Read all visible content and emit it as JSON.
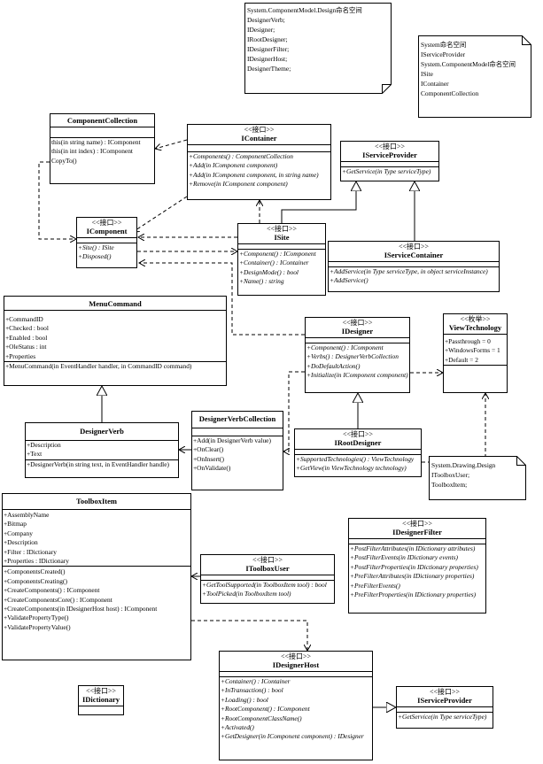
{
  "notes": {
    "system_namespace": {
      "lines": [
        "System.ComponentModel.Design命名空间",
        "DesignerVerb;",
        "IDesigner;",
        "IRootDesigner;",
        "IDesignerFilter;",
        "IDesignerHost;",
        "DesignerTheme;"
      ]
    },
    "system_component_model": {
      "lines": [
        "System命名空间",
        "IServiceProvider",
        "System.ComponentModel命名空间",
        "ISite",
        "IContainer",
        "ComponentCollection"
      ]
    },
    "drawing_design": {
      "lines": [
        "System.Drawing.Design",
        "IToolboxUser;",
        "ToolboxItem;"
      ]
    }
  },
  "classes": {
    "component_collection": {
      "name": "ComponentCollection",
      "members": [
        "this(in string name) : IComponent",
        "this(in int index) : IComponent",
        "CopyTo()"
      ]
    },
    "icontainer": {
      "stereotype": "<<接口>>",
      "name": "IContainer",
      "members": [
        "+Components() : ComponentCollection",
        "+Add(in IComponent component)",
        "+Add(in IComponent component, in string name)",
        "+Remove(in IComponent component)"
      ]
    },
    "iservice_provider": {
      "stereotype": "<<接口>>",
      "name": "IServiceProvider",
      "members": [
        "+GetService(in Type serviceType)"
      ]
    },
    "icomponent": {
      "stereotype": "<<接口>>",
      "name": "IComponent",
      "members": [
        "+Site() : ISite",
        "+Disposed()"
      ]
    },
    "isite": {
      "stereotype": "<<接口>>",
      "name": "ISite",
      "members": [
        "+Component() : IComponent",
        "+Container() : IContainer",
        "+DesignMode() : bool",
        "+Name() : string"
      ]
    },
    "iservice_container": {
      "stereotype": "<<接口>>",
      "name": "IServiceContainer",
      "members": [
        "+AddService(in Type serviceType, in object serviceInstance)",
        "+AddService()"
      ]
    },
    "menu_command": {
      "name": "MenuCommand",
      "attributes": [
        "+CommandID",
        "+Checked : bool",
        "+Enabled : bool",
        "+OleStatus : int",
        "+Properties"
      ],
      "operations": [
        "+MenuCommand(in EventHandler handler, in CommandID command)"
      ]
    },
    "idesigner": {
      "stereotype": "<<接口>>",
      "name": "IDesigner",
      "members": [
        "+Component() : IComponent",
        "+Verbs() : DesignerVerbCollection",
        "+DoDefaultAction()",
        "+Initialize(in IComponent component)"
      ]
    },
    "view_technology": {
      "stereotype": "<<枚举>>",
      "name": "ViewTechnology",
      "members": [
        "+Passthrough = 0",
        "+WindowsForms = 1",
        "+Default = 2"
      ]
    },
    "designer_verb": {
      "name": "DesignerVerb",
      "attributes": [
        "+Description",
        "+Text"
      ],
      "operations": [
        "+DesignerVerb(in string text, in EventHandler handle)"
      ]
    },
    "designer_verb_collection": {
      "name": "DesignerVerbCollection",
      "members": [
        "+Add(in DesignerVerb value)",
        "+OnClear()",
        "+OnInsert()",
        "+OnValidate()"
      ]
    },
    "iroot_designer": {
      "stereotype": "<<接口>>",
      "name": "IRootDesigner",
      "members": [
        "+SupportedTechnologies() : ViewTechnology",
        "+GetView(in ViewTechnology technology)"
      ]
    },
    "toolbox_item": {
      "name": "ToolboxItem",
      "attributes": [
        "+AssemblyName",
        "+Bitmap",
        "+Company",
        "+Description",
        "+Filter : IDictionary",
        "+Properties : IDictionary"
      ],
      "operations": [
        "+ComponentsCreated()",
        "+ComponentsCreating()",
        "+CreateComponents() : IComponent",
        "+CreateComponentsCore() : IComponent",
        "+CreateComponents(in IDesignerHost host) : IComponent",
        "+ValidatePropertyType()",
        "+ValidatePropertyValue()"
      ]
    },
    "idesigner_filter": {
      "stereotype": "<<接口>>",
      "name": "IDesignerFilter",
      "members": [
        "+PostFilterAttributes(in IDictionary attributes)",
        "+PostFilterEvents(in IDictionary events)",
        "+PostFilterProperties(in IDictionary properties)",
        "+PreFilterAttributes(in IDictionary properties)",
        "+PreFilterEvents()",
        "+PreFilterProperties(in IDictionary properties)"
      ]
    },
    "itoolbox_user": {
      "stereotype": "<<接口>>",
      "name": "IToolboxUser",
      "members": [
        "+GetToolSupported(in ToolboxItem tool) : bool",
        "+ToolPicked(in ToolboxItem tool)"
      ]
    },
    "idictionary": {
      "stereotype": "<<接口>>",
      "name": "IDictionary"
    },
    "idesigner_host": {
      "stereotype": "<<接口>>",
      "name": "IDesignerHost",
      "members": [
        "+Container() : IContainer",
        "+InTransaction() : bool",
        "+Loading() : bool",
        "+RootComponent() : IComponent",
        "+RootComponentClassName()",
        "+Activated()",
        "+GetDesigner(in IComponent component) : IDesigner"
      ]
    },
    "iservice_provider_2": {
      "stereotype": "<<接口>>",
      "name": "IServiceProvider",
      "members": [
        "+GetService(in Type serviceType)"
      ]
    }
  }
}
